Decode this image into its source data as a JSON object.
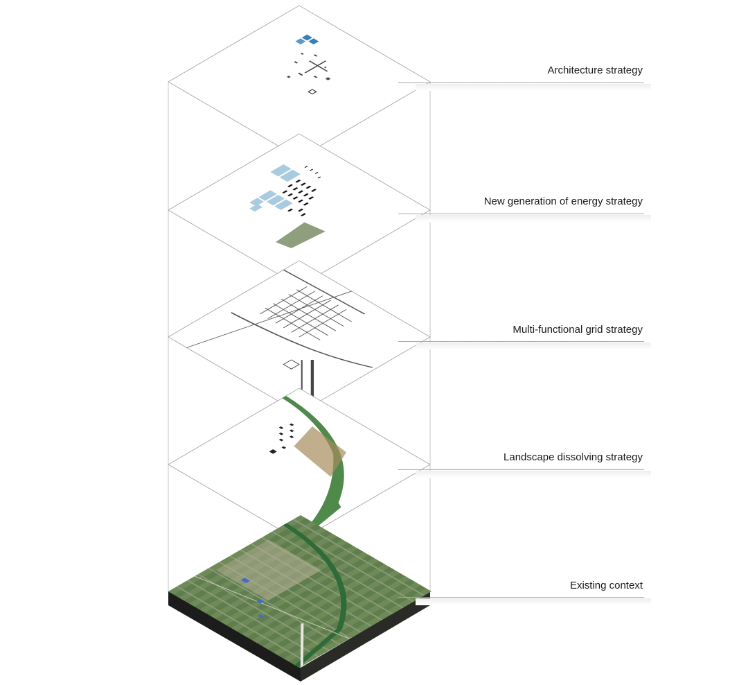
{
  "layers": [
    {
      "label": "Architecture strategy"
    },
    {
      "label": "New generation of energy strategy"
    },
    {
      "label": "Multi-functional grid strategy"
    },
    {
      "label": "Landscape dissolving strategy"
    },
    {
      "label": "Existing context"
    }
  ],
  "colors": {
    "frame": "#b4b4b4",
    "landscape_green": "#4f8a4a",
    "solar_blue": "#a9cbe0",
    "satellite_green": "#5d7a4c",
    "base_side": "#1c1c1c"
  }
}
